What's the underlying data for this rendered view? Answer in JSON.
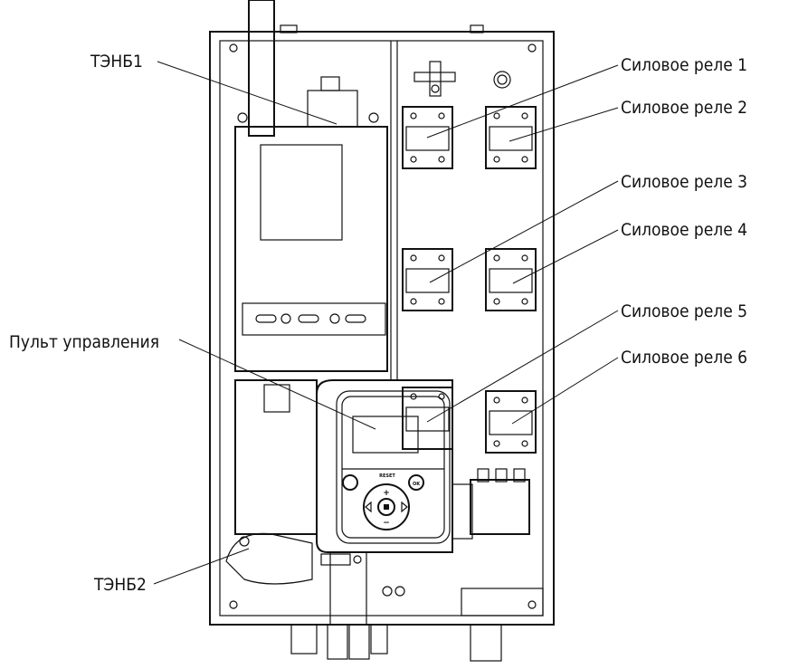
{
  "labels": {
    "tenb1": "ТЭНБ1",
    "tenb2": "ТЭНБ2",
    "control_panel": "Пульт управления",
    "relay1": "Силовое реле 1",
    "relay2": "Силовое реле 2",
    "relay3": "Силовое реле 3",
    "relay4": "Силовое реле 4",
    "relay5": "Силовое реле 5",
    "relay6": "Силовое реле 6"
  },
  "panel": {
    "reset": "RESET",
    "ok": "OK",
    "plus": "+",
    "minus": "−"
  }
}
